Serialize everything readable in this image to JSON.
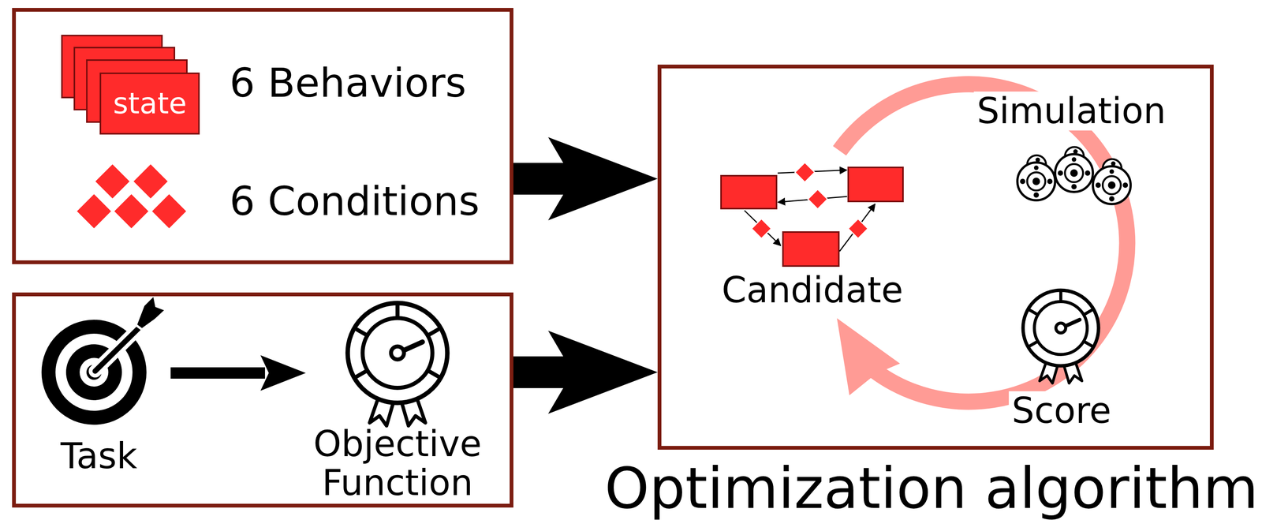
{
  "diagram": {
    "nodes": [
      {
        "text": [
          "6 Behaviors",
          "6 Conditions"
        ]
      },
      {
        "text": [
          "state"
        ],
        "in": 0
      },
      {
        "text": [
          "Task",
          "Objective Function"
        ]
      },
      {
        "text": [
          "Candidate",
          "Simulation",
          "Score",
          "Optimization algorithm"
        ]
      }
    ],
    "edges": [
      {
        "from": 0,
        "to": 3,
        "arrow": "to"
      },
      {
        "from": 2,
        "to": 3,
        "arrow": "to"
      }
    ]
  }
}
